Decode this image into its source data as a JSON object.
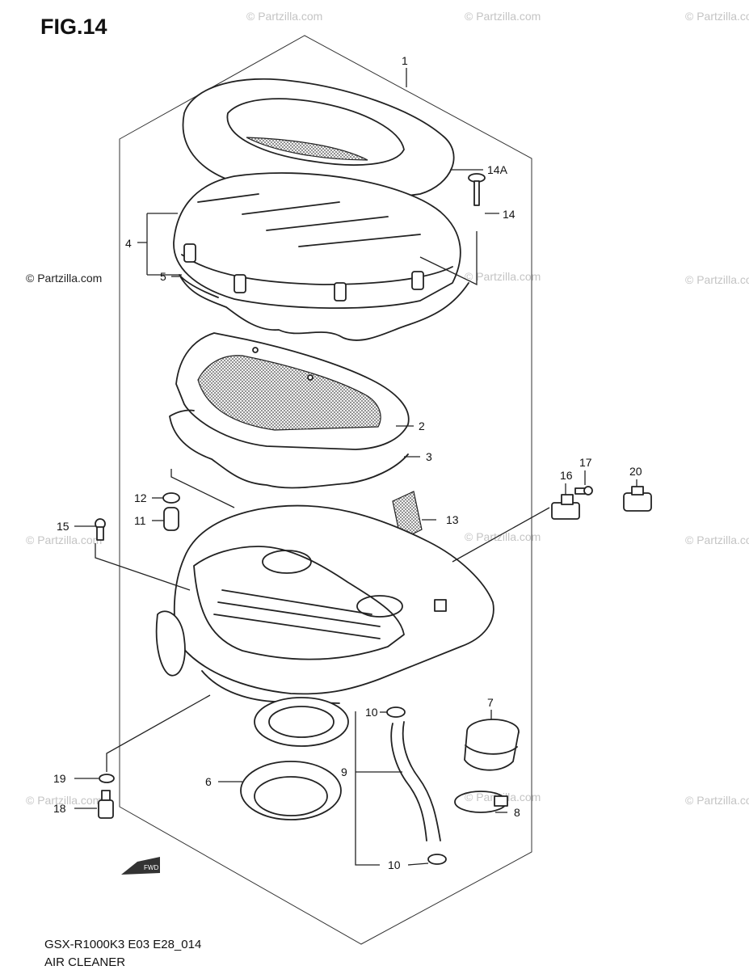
{
  "figure": {
    "title": "FIG.14"
  },
  "watermark": {
    "text": "© Partzilla.com"
  },
  "footer": {
    "model_code": "GSX-R1000K3 E03 E28_014",
    "section_name": "AIR CLEANER"
  },
  "parts": {
    "p1": "1",
    "p2": "2",
    "p3": "3",
    "p4": "4",
    "p5": "5",
    "p6": "6",
    "p7": "7",
    "p8": "8",
    "p9": "9",
    "p10a": "10",
    "p10b": "10",
    "p11": "11",
    "p12": "12",
    "p13": "13",
    "p14": "14",
    "p14a": "14A",
    "p15": "15",
    "p16": "16",
    "p17": "17",
    "p18": "18",
    "p19": "19",
    "p20": "20"
  },
  "fwd_marker": {
    "text": "FWD"
  }
}
